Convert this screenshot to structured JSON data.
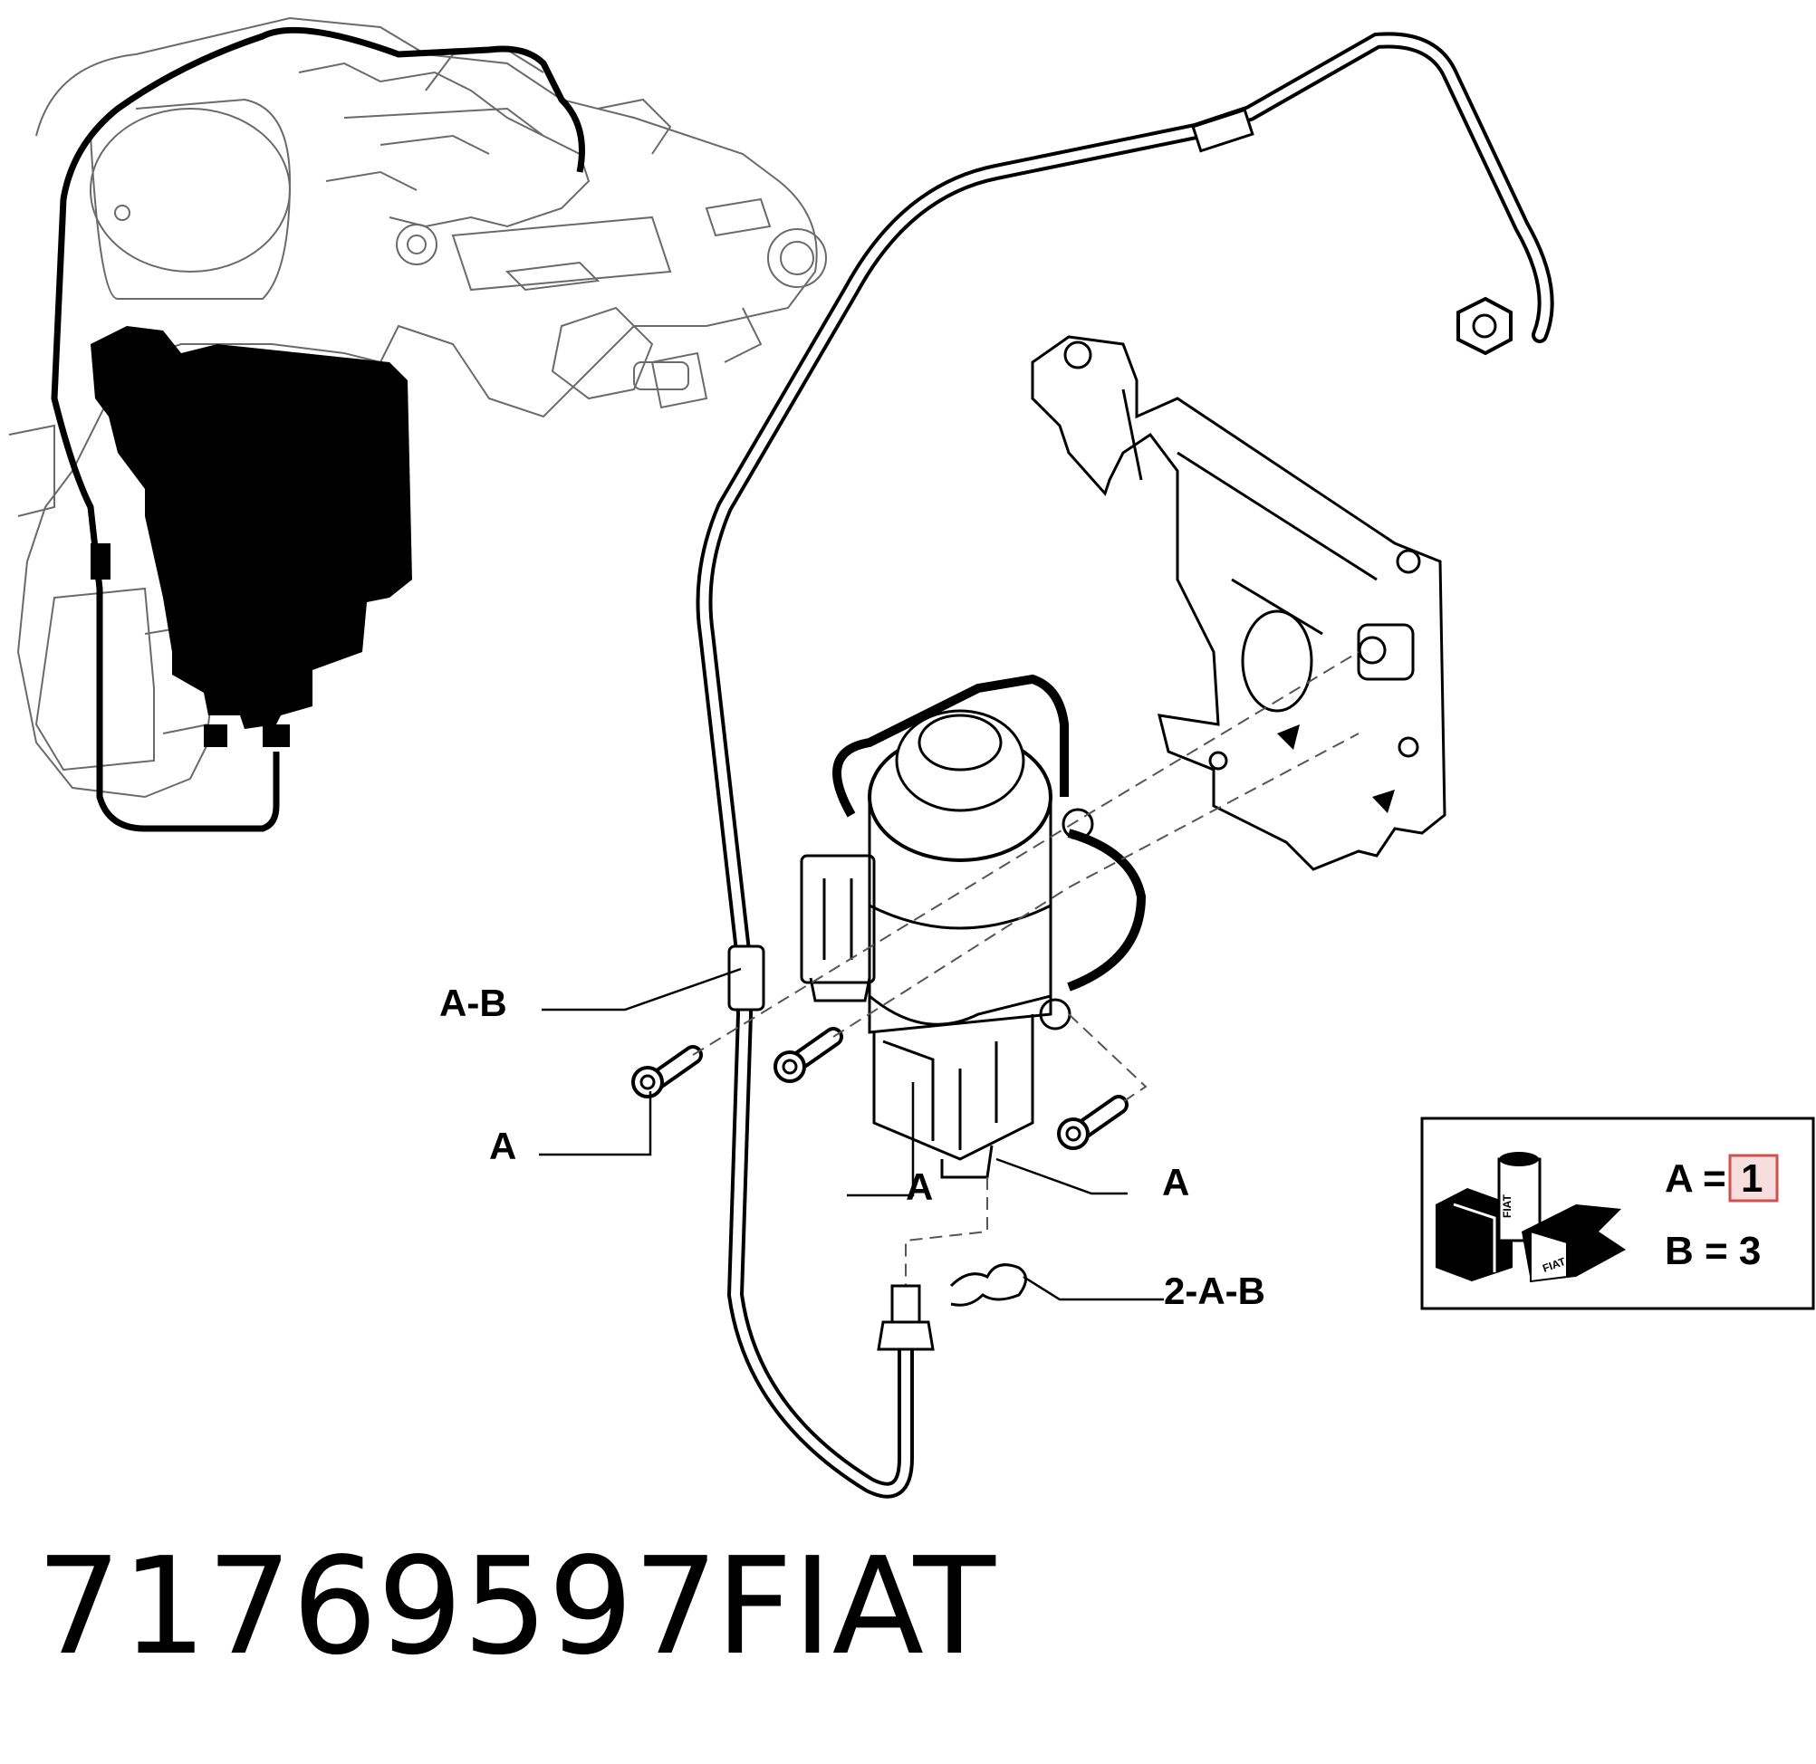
{
  "callouts": {
    "hose_connector": "A-B",
    "screw_left": "A",
    "screw_middle": "A",
    "screw_right": "A",
    "seal": "2-A-B"
  },
  "legend": {
    "a_label": "A",
    "a_equals": "=",
    "a_value": "1",
    "b_text": "B = 3",
    "icon_caption": "FIAT"
  },
  "footer": {
    "part_number": "71769597",
    "brand": "FIAT"
  },
  "colors": {
    "ink": "#000000",
    "ghost_outline": "#6a6a6a",
    "highlight_fill": "#f6dede",
    "highlight_border": "#d05050"
  }
}
